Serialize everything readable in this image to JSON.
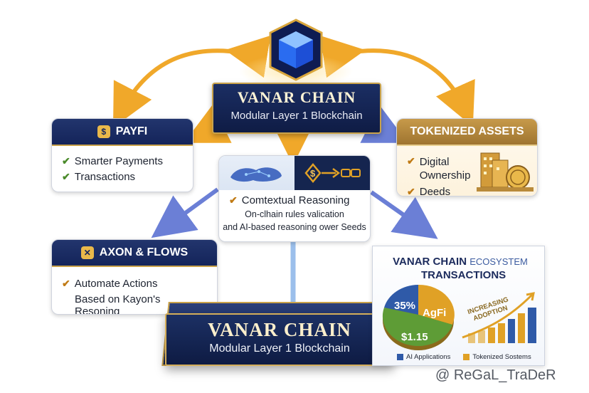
{
  "top": {
    "title": "VANAR CHAIN",
    "subtitle": "Modular Layer 1 Blockchain"
  },
  "payfi": {
    "title": "PAYFI",
    "icon": "dollar-icon",
    "items": [
      "Smarter Payments",
      "Transactions"
    ]
  },
  "tokenized": {
    "title": "TOKENIZED ASSETS",
    "items": [
      "Digital Ownership",
      "Deeds"
    ]
  },
  "center": {
    "heading": "Comtextual Reasoning",
    "line1": "On-clhain rules valication",
    "line2": "and AI-based reasoning ower Seeds"
  },
  "axon": {
    "title": "AXON & FLOWS",
    "item1": "Automate Actions",
    "item2": "Based on Kayon's Resoning"
  },
  "platform": {
    "title": "VANAR CHAIN",
    "subtitle": "Modular Layer 1 Blockchain"
  },
  "ecosystem": {
    "title_main": "VANAR CHAIN",
    "title_word": "ECOSYSTEM",
    "title_sub": "TRANSACTIONS",
    "pie_labels": [
      "35%",
      "AgFi",
      "$1.15"
    ],
    "trend_label_1": "INCREASING",
    "trend_label_2": "ADOPTION",
    "legend": [
      "AI Applications",
      "Tokenized Sostems"
    ]
  },
  "watermark": "@ ReGaL_TraDeR",
  "colors": {
    "navy": "#14245a",
    "gold": "#c9a24a",
    "pie_blue": "#2f5aa8",
    "pie_gold": "#e0a126",
    "pie_green": "#5e9c36"
  }
}
